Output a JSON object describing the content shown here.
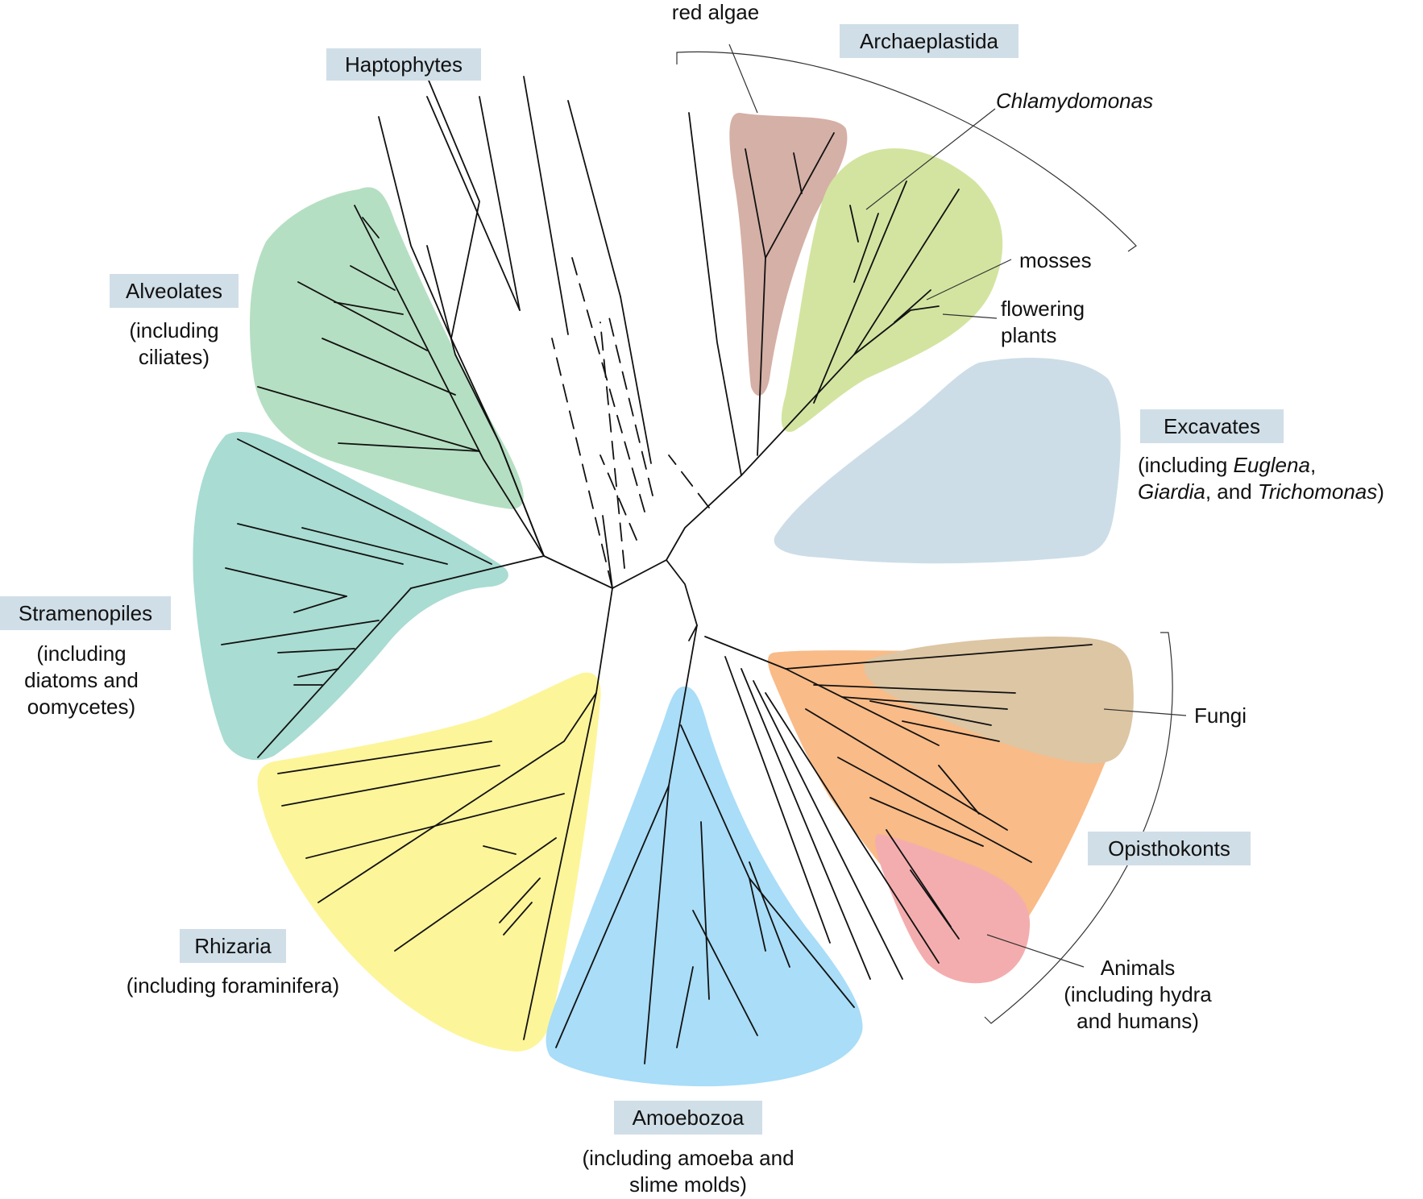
{
  "groups": {
    "haptophytes": {
      "name": "Haptophytes"
    },
    "archaeplastida": {
      "name": "Archaeplastida"
    },
    "alveolates": {
      "name": "Alveolates",
      "note_line1": "(including",
      "note_line2": "ciliates)"
    },
    "excavates": {
      "name": "Excavates",
      "note_line1_a": "(including ",
      "note_line1_b": "Euglena",
      "note_line1_c": ",",
      "note_line2_a": "Giardia",
      "note_line2_b": ", and ",
      "note_line2_c": "Trichomonas",
      "note_line2_d": ")"
    },
    "stramenopiles": {
      "name": "Stramenopiles",
      "note_line1": "(including",
      "note_line2": "diatoms and",
      "note_line3": "oomycetes)"
    },
    "rhizaria": {
      "name": "Rhizaria",
      "note_line1": "(including foraminifera)"
    },
    "amoebozoa": {
      "name": "Amoebozoa",
      "note_line1": "(including amoeba and",
      "note_line2": "slime molds)"
    },
    "opisthokonts": {
      "name": "Opisthokonts"
    }
  },
  "callouts": {
    "red_algae": "red algae",
    "chlamydomonas": "Chlamydomonas",
    "mosses": "mosses",
    "flowering_line1": "flowering",
    "flowering_line2": "plants",
    "fungi": "Fungi",
    "animals_line1": "Animals",
    "animals_line2": "(including hydra",
    "animals_line3": "and humans)"
  },
  "colors": {
    "label_box": "#d0dee7",
    "red_algae_region": "#d5b0a6",
    "green_plants_region": "#d3e4a0",
    "alveolates_region": "#b5dfc2",
    "stramenopiles_region": "#a9dcd2",
    "excavates_region": "#ccdde7",
    "rhizaria_region": "#fdf59a",
    "amoebozoa_region": "#a9ddf8",
    "opisthokonts_region": "#f9bb87",
    "fungi_region": "#ddc6a4",
    "animals_region": "#f4adae"
  }
}
